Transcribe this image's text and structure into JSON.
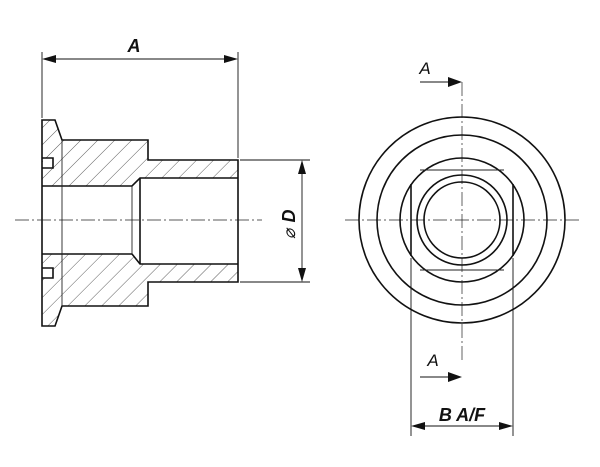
{
  "section_view": {
    "length_dimension_label": "A",
    "diameter_symbol": "⌀",
    "diameter_label": "D"
  },
  "front_view": {
    "section_marker_top": "A",
    "section_marker_bottom": "A",
    "across_flats_label": "B A/F"
  },
  "colors": {
    "line": "#111111",
    "background": "#ffffff"
  }
}
